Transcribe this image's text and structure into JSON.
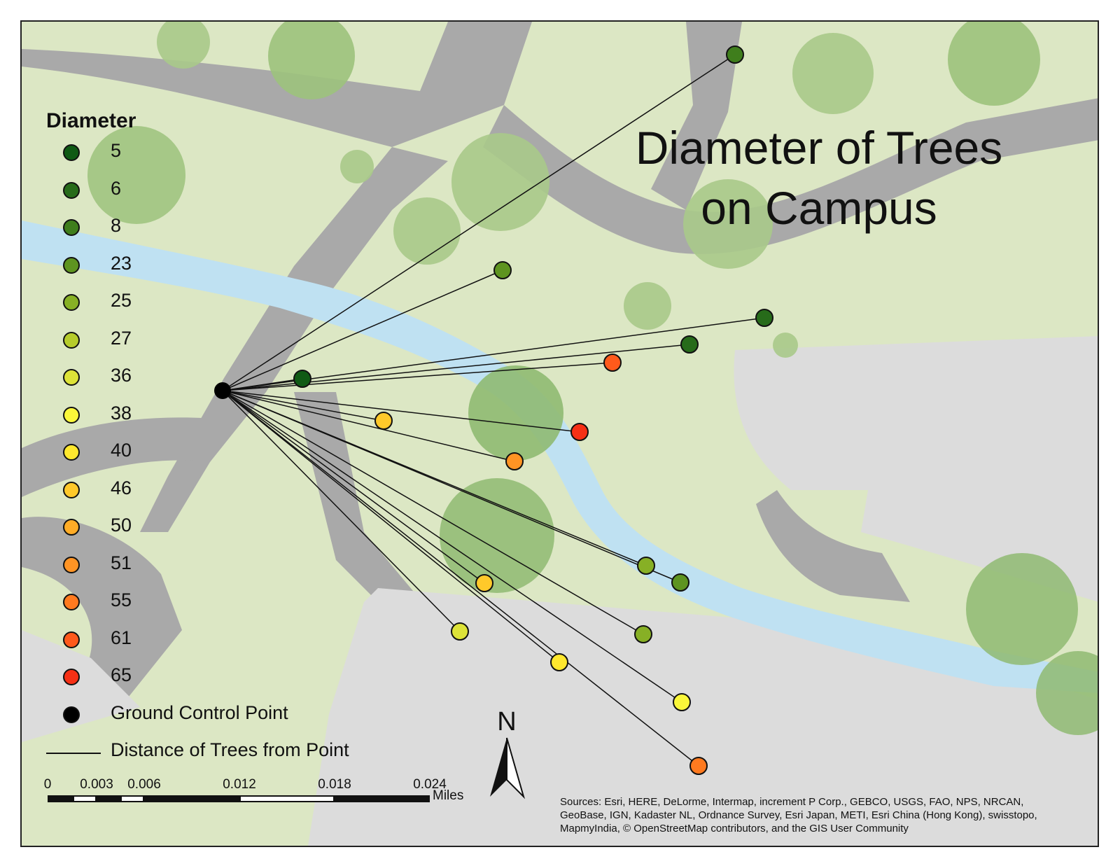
{
  "map": {
    "title_line1": "Diameter of Trees",
    "title_line2": "on Campus",
    "legend": {
      "title": "Diameter",
      "classes": [
        {
          "label": "5",
          "color": "#0f5a14"
        },
        {
          "label": "6",
          "color": "#276b1a"
        },
        {
          "label": "8",
          "color": "#3f7e1c"
        },
        {
          "label": "23",
          "color": "#5e9420"
        },
        {
          "label": "25",
          "color": "#87b025"
        },
        {
          "label": "27",
          "color": "#b6cc2b"
        },
        {
          "label": "36",
          "color": "#dde338"
        },
        {
          "label": "38",
          "color": "#faf73a"
        },
        {
          "label": "40",
          "color": "#ffe82e"
        },
        {
          "label": "46",
          "color": "#ffc92a"
        },
        {
          "label": "50",
          "color": "#ffac26"
        },
        {
          "label": "51",
          "color": "#ff9424"
        },
        {
          "label": "55",
          "color": "#ff7a1f"
        },
        {
          "label": "61",
          "color": "#ff5a1b"
        },
        {
          "label": "65",
          "color": "#f63015"
        }
      ],
      "control_point_label": "Ground Control Point",
      "control_point_color": "#000000",
      "line_label": "Distance of Trees from Point"
    },
    "scale_bar": {
      "ticks": [
        "0",
        "0.003",
        "0.006",
        "0.012",
        "0.018",
        "0.024"
      ],
      "units": "Miles"
    },
    "north_arrow": "N",
    "credits": "Sources: Esri, HERE, DeLorme, Intermap, increment P Corp., GEBCO, USGS, FAO, NPS, NRCAN, GeoBase, IGN, Kadaster NL, Ordnance Survey, Esri Japan, METI, Esri China (Hong Kong), swisstopo, MapmyIndia, © OpenStreetMap contributors, and the GIS User Community",
    "tree_diameters": [
      "8",
      "23",
      "6",
      "6",
      "5",
      "61",
      "51",
      "65",
      "46",
      "23",
      "25",
      "25",
      "46",
      "38",
      "36",
      "40",
      "55"
    ]
  }
}
